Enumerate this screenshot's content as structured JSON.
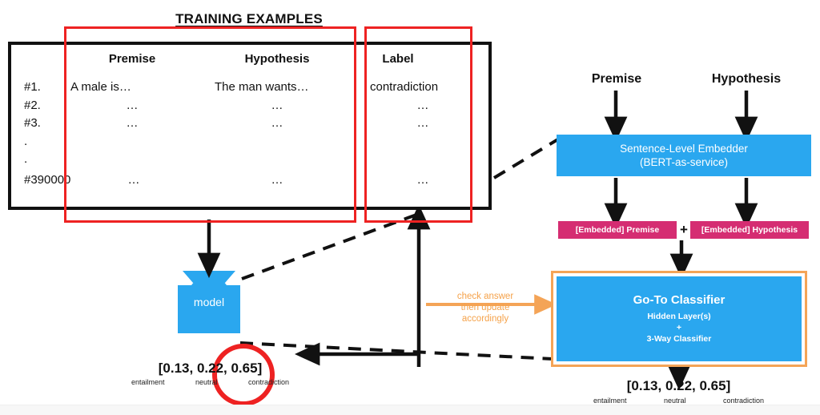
{
  "title": "TRAINING EXAMPLES",
  "table": {
    "columns": [
      "Premise",
      "Hypothesis",
      "Label"
    ],
    "rows": [
      {
        "id": "#1.",
        "premise": "A male is…",
        "hypothesis": "The man wants…",
        "label": "contradiction"
      },
      {
        "id": "#2.",
        "premise": "…",
        "hypothesis": "…",
        "label": "…"
      },
      {
        "id": "#3.",
        "premise": "…",
        "hypothesis": "…",
        "label": "…"
      },
      {
        "id": ".",
        "premise": "",
        "hypothesis": "",
        "label": ""
      },
      {
        "id": ".",
        "premise": "",
        "hypothesis": "",
        "label": ""
      },
      {
        "id": "#390000",
        "premise": "…",
        "hypothesis": "…",
        "label": "…"
      }
    ]
  },
  "pipeline": {
    "input_premise": "Premise",
    "input_hypothesis": "Hypothesis",
    "embedder_line1": "Sentence-Level Embedder",
    "embedder_line2": "(BERT-as-service)",
    "embedded_premise": "[Embedded] Premise",
    "embedded_hypothesis": "[Embedded] Hypothesis",
    "plus": "+",
    "classifier_title": "Go-To Classifier",
    "classifier_sub_line1": "Hidden Layer(s)",
    "classifier_sub_line2": "+",
    "classifier_sub_line3": "3-Way Classifier"
  },
  "model": {
    "label": "model"
  },
  "feedback": {
    "line1": "check answer",
    "line2": "then update",
    "line3": "accordingly"
  },
  "output_left": {
    "vector": "[0.13, 0.22, 0.65]",
    "class1": "entailment",
    "class2": "neutral",
    "class3": "contradiction"
  },
  "output_right": {
    "vector": "[0.13, 0.22, 0.65]",
    "class1": "entailment",
    "class2": "neutral",
    "class3": "contradiction"
  },
  "colors": {
    "blue": "#2aa7ef",
    "magenta": "#d52d72",
    "orange": "#f4a457",
    "red": "#ee2222",
    "black": "#111111"
  }
}
